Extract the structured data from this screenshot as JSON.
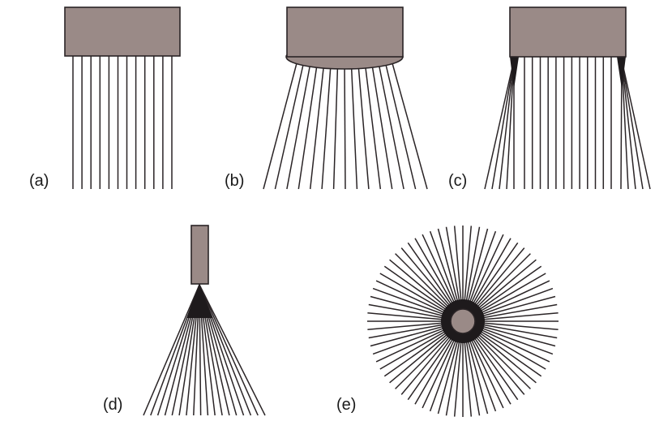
{
  "panels": [
    {
      "id": "a",
      "label": "(a)",
      "kind": "parallel-beam",
      "ray_count": 12
    },
    {
      "id": "b",
      "label": "(b)",
      "kind": "diverging-beam-from-lens",
      "ray_count": 15
    },
    {
      "id": "c",
      "label": "(c)",
      "kind": "parallel-beam-with-diverging-edges",
      "ray_count": 22
    },
    {
      "id": "d",
      "label": "(d)",
      "kind": "fan-beam-from-point-source",
      "ray_count": 18
    },
    {
      "id": "e",
      "label": "(e)",
      "kind": "isotropic-point-source",
      "ray_count": 72
    }
  ],
  "colors": {
    "source_fill": "#9a8a87",
    "ray_stroke": "#2a2426",
    "background": "#ffffff"
  }
}
